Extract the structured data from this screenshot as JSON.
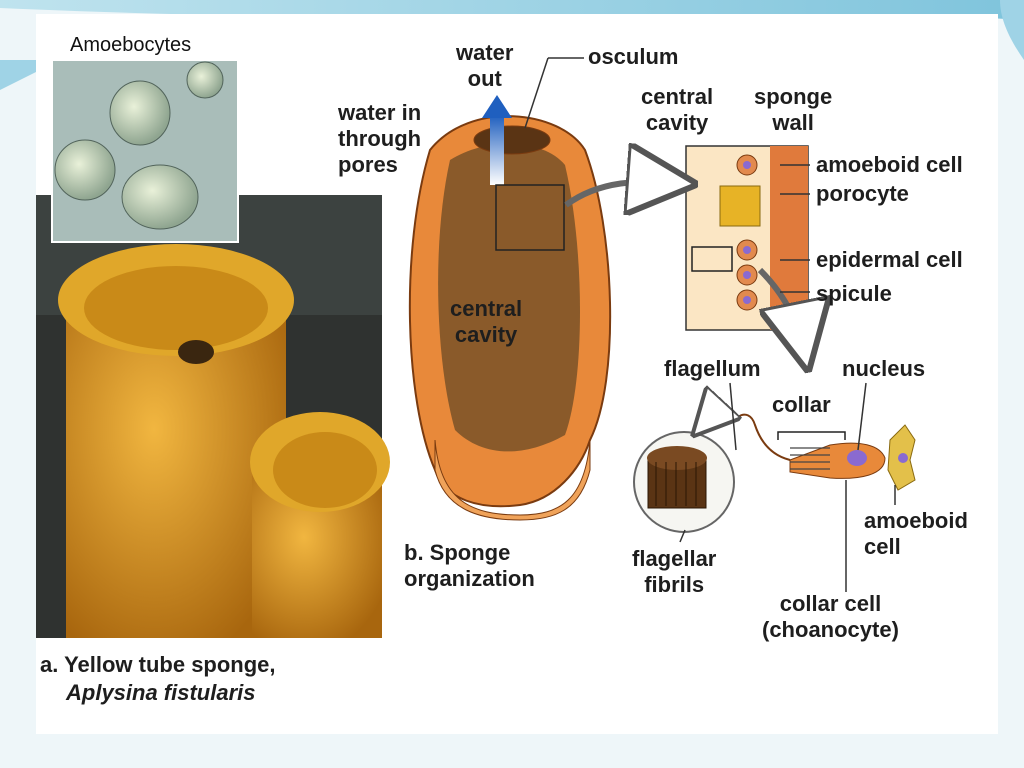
{
  "photo_inset": {
    "title": "Amoebocytes"
  },
  "labels": {
    "water_out": "water\nout",
    "osculum": "osculum",
    "water_in": "water in\nthrough\npores",
    "central_cavity_top": "central\ncavity",
    "sponge_wall": "sponge\nwall",
    "amoeboid_cell_top": "amoeboid cell",
    "porocyte": "porocyte",
    "epidermal_cell": "epidermal cell",
    "spicule": "spicule",
    "central_cavity_body": "central\ncavity",
    "flagellum": "flagellum",
    "nucleus": "nucleus",
    "collar": "collar",
    "amoeboid_cell_bottom": "amoeboid\ncell",
    "flagellar_fibrils": "flagellar\nfibrils",
    "collar_cell": "collar cell\n(choanocyte)"
  },
  "captions": {
    "a_line1": "a. Yellow tube sponge,",
    "a_line2": "Aplysina fistularis",
    "b": "b. Sponge\norganization"
  },
  "colors": {
    "sponge_orange": "#e8893a",
    "cavity_brown": "#8a5a2a",
    "arrow_blue": "#1f5fbf",
    "cell_purple": "#8a6ad0",
    "photo_yellow": "#d49a1c"
  }
}
